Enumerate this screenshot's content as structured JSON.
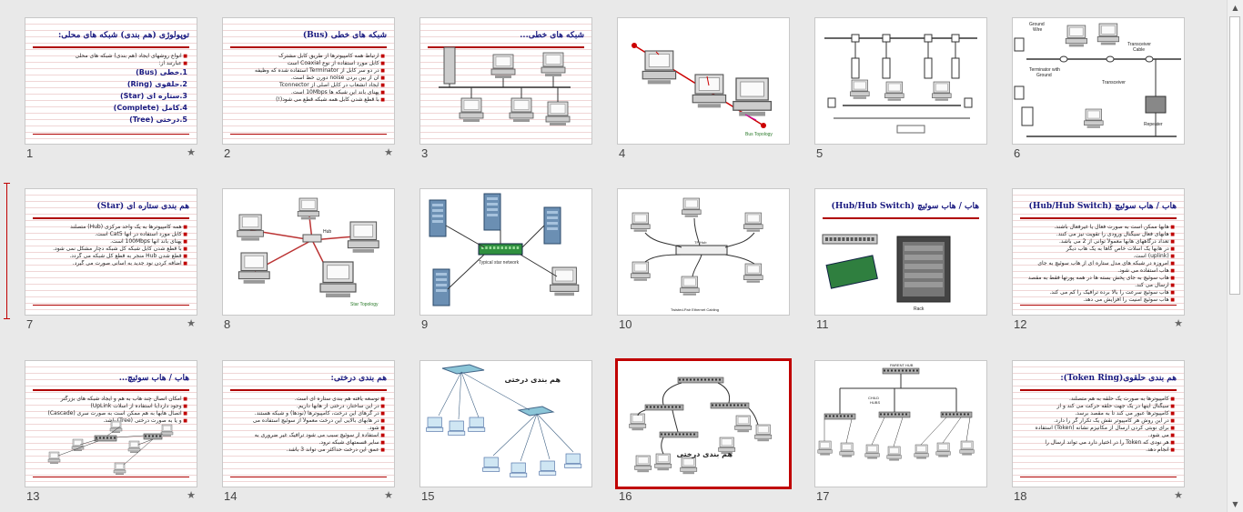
{
  "slides": [
    {
      "num": "1",
      "star": true,
      "title": "توپولوژی (هم بندی) شبکه های محلی:",
      "lines": [
        "انواع روشهای ایجاد (هم بندی) شبکه های محلی",
        "عبارتند از:"
      ],
      "items": [
        "1.خطی (Bus)",
        "2.حلقوی (Ring)",
        "3.ستاره ای (Star)",
        "4.کامل (Complete)",
        "5.درختی (Tree)"
      ]
    },
    {
      "num": "2",
      "star": true,
      "title": "شبکه های خطی (Bus)",
      "lines": [
        "ارتباط همه کامپیوترها از طریق کابل مشترک",
        "کابل مورد استفاده از نوع Coaxial است",
        "در دو سر کابل از Terminator استفاده شده که وظیفه",
        "آن از بین بردن noise دورن خط است.",
        "ایجاد انشعاب در کابل اصلی از Tconnector",
        "پهنای باند این شبکه ها 10Mbps است.",
        "با قطع شدن کابل همه شبکه قطع می شود(!)"
      ]
    },
    {
      "num": "3",
      "star": false,
      "title": "شبکه های خطی..."
    },
    {
      "num": "4",
      "star": false,
      "caption": "Bus Topology"
    },
    {
      "num": "5",
      "star": false
    },
    {
      "num": "6",
      "star": false,
      "labels": [
        "Ground Wire",
        "Transceiver Cable",
        "Terminator with Ground",
        "Transceiver",
        "Repeater"
      ]
    },
    {
      "num": "7",
      "star": true,
      "title": "هم بندی ستاره ای (Star)",
      "lines": [
        "همه کامپیوترها به یک واحد مرکزی (Hub) متصلند",
        "کابل مورد استفاده در آنها Cat5 است.",
        "پهنای باند آنها 100Mbps است.",
        "با قطع شدن کابل شبکه کل شبکه دچار مشکل نمی شود.",
        "قطع شدن Hub منجر به قطع کل شبکه می گردد.",
        "اضافه کردن نود جدید به آسانی صورت می گیرد."
      ]
    },
    {
      "num": "8",
      "star": false,
      "caption": "Star Topology",
      "labels": [
        "Hub"
      ]
    },
    {
      "num": "9",
      "star": false,
      "caption": "Typical star network"
    },
    {
      "num": "10",
      "star": false,
      "labels": [
        "TP Hub",
        "Twisted-Pair Ethernet Cabling"
      ]
    },
    {
      "num": "11",
      "star": false,
      "title": "هاب / هاب سوئیچ (Hub/Hub Switch)",
      "labels": [
        "Rack"
      ]
    },
    {
      "num": "12",
      "star": true,
      "title": "هاب / هاب سوئیچ (Hub/Hub Switch)",
      "lines": [
        "هابها ممکن است به صورت فعال یا غیرفعال باشند.",
        "هابهای فعال سیگنال ورودی را تقویت نیز می کنند.",
        "تعداد درگاههای هابها معمولاً توانی از 2 می باشد.",
        "در هابها یک اسلات خاص گاهاً به یک هاب دیگر",
        "(uplink) است.",
        "امروزه در شبکه های مدل ستاره ای از هاب سوئیچ به جای",
        "هاب استفاده می شود.",
        "هاب سوئیچ به جای پخش بسته ها در همه پورتها فقط به مقصد",
        "ارسال می کند.",
        "هاب سوئیچ سرعت را بالا برده ترافیک را کم می کند.",
        "هاب سوئیچ امنیت را افزایش می دهد."
      ]
    },
    {
      "num": "13",
      "star": true,
      "title": "هاب / هاب سوئیچ...",
      "lines": [
        "امکان اتصال چند هاب به هم و ایجاد شبکه های بزرگتر",
        "وجود دارد(با استفاده از اسلات UpLink)",
        "اتصال هابها به هم ممکن است به صورت سری (Cascade)",
        "و یا به صورت درختی (Tree) باشد."
      ],
      "labels": [
        "IBM Compatible",
        "IBM Compatible",
        "Workstation",
        "IBM Compatible",
        "IBM Compatible",
        "IBM Compatible",
        "Workstation",
        "IBM Compatible"
      ]
    },
    {
      "num": "14",
      "star": true,
      "title": "هم بندی درختی:",
      "lines": [
        "توسعه یافته هم بندی ستاره ای است.",
        "در این ساختار، درختی از هابها داریم.",
        "در گرهای این درخت، کامپیوترها (نودها) و شبکه هستند.",
        "در هابهای بالایی این درخت معمولاً از سوئیچ استفاده می",
        "شود.",
        "استفاده از سوئیچ سبب می شود ترافیک غیر ضروری به",
        "سایر قسمتهای شبکه نرود.",
        "عمق این درخت حداکثر می تواند 3 باشد."
      ]
    },
    {
      "num": "15",
      "star": false,
      "title": "هم بندی درختی"
    },
    {
      "num": "16",
      "star": false,
      "title": "هم بندی درختی",
      "selected": true
    },
    {
      "num": "17",
      "star": false,
      "labels": [
        "PARENT HUB",
        "CHILD HUBS"
      ]
    },
    {
      "num": "18",
      "star": true,
      "title": "هم بندی حلقوی(Token Ring):",
      "lines": [
        "کامپیوترها به صورت یک حلقه به هم متصلند.",
        "سیگنال اینها در یک جهت حلقه حرکت می کند و از",
        "کامپیوترها عبور می کند تا به مقصد برسد.",
        "در این روش هر کامپیوتر نقش یک تکرار گر را دارد.",
        "برای نوبتی کردن ارسال از مکانیزم نشانه (Token) استفاده",
        "می شود.",
        "هر نودی که Token را در اختیار دارد می تواند ارسال را",
        "انجام دهد."
      ]
    }
  ],
  "scrollbar": {
    "up_glyph": "▲",
    "down_glyph": "▼"
  },
  "star_glyph": "★",
  "colors": {
    "accent": "#c00000",
    "title_blue": "#1a1a80",
    "background": "#e9e9e9"
  }
}
